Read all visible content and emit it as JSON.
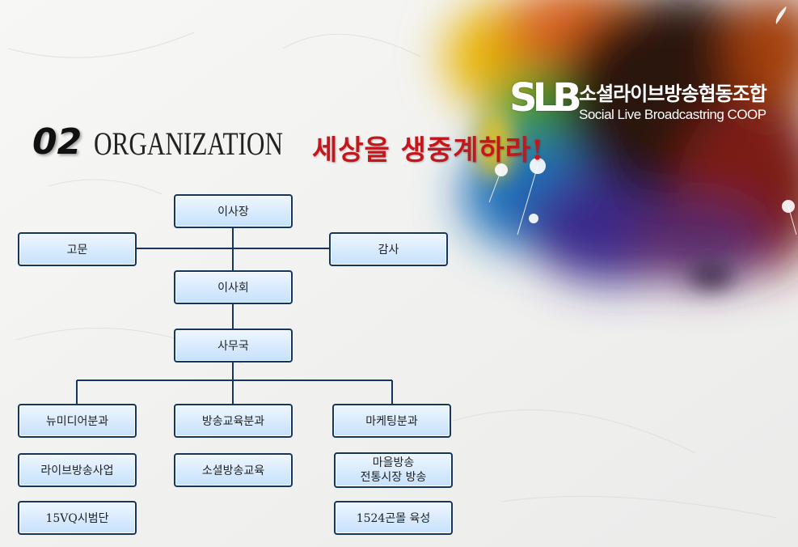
{
  "logo": {
    "mark": "SLB",
    "korean": "소셜라이브방송협동조합",
    "english": "Social Live Broadcastring COOP"
  },
  "heading": {
    "number": "02",
    "title": "ORGANIZATION"
  },
  "slogan": "세상을 생중계하라!",
  "org": {
    "chairman": "이사장",
    "advisor": "고문",
    "auditor": "감사",
    "board": "이사회",
    "secretariat": "사무국",
    "divisions": [
      {
        "name": "뉴미디어분과",
        "items": [
          {
            "lines": [
              "라이브방송사업"
            ]
          },
          {
            "lines": [
              "15VQ시범단"
            ]
          }
        ]
      },
      {
        "name": "방송교육분과",
        "items": [
          {
            "lines": [
              "소셜방송교육"
            ]
          }
        ]
      },
      {
        "name": "마케팅분과",
        "items": [
          {
            "lines": [
              "마을방송",
              "전통시장 방송"
            ]
          },
          {
            "lines": [
              "1524곤몰 육성"
            ]
          }
        ]
      }
    ]
  }
}
